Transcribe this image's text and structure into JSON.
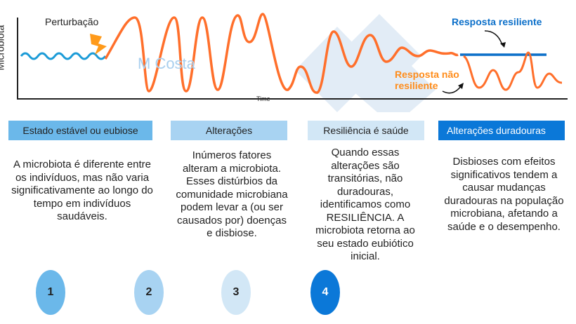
{
  "chart": {
    "ylabel": "Microbiota",
    "xlabel": "Time",
    "perturbation_label": "Perturbação",
    "watermark": "M Costa",
    "resilient_label": "Resposta resiliente",
    "nonresilient_label_line1": "Resposta não",
    "nonresilient_label_line2": "resiliente",
    "colors": {
      "stable": "#1b9bd7",
      "perturbed": "#ff6f2b",
      "resilient": "#0b6fc9",
      "nonresilient_text": "#ff8c1a",
      "resilient_text": "#0b6fc9"
    }
  },
  "stages": [
    {
      "number": "1",
      "title": "Estado estável ou eubiose",
      "text": "A microbiota é diferente entre os indivíduos, mas não varia significativamente ao longo do tempo em indivíduos saudáveis.",
      "color": "#6bb8ea",
      "text_color": "#222"
    },
    {
      "number": "2",
      "title": "Alterações",
      "text": "Inúmeros fatores alteram a microbiota. Esses distúrbios da comunidade microbiana podem levar a (ou ser causados por) doenças e disbiose.",
      "color": "#a8d3f2",
      "text_color": "#222"
    },
    {
      "number": "3",
      "title": "Resiliência é saúde",
      "text": "Quando essas alterações são transitórias, não duradouras, identificamos como RESILIÊNCIA. A microbiota retorna ao seu estado eubiótico inicial.",
      "color": "#d2e7f6",
      "text_color": "#222"
    },
    {
      "number": "4",
      "title": "Alterações duradouras",
      "text": "Disbioses com efeitos significativos tendem a causar mudanças duradouras na população microbiana, afetando a saúde e o desempenho.",
      "color": "#0b78d8",
      "text_color": "#fff"
    }
  ]
}
